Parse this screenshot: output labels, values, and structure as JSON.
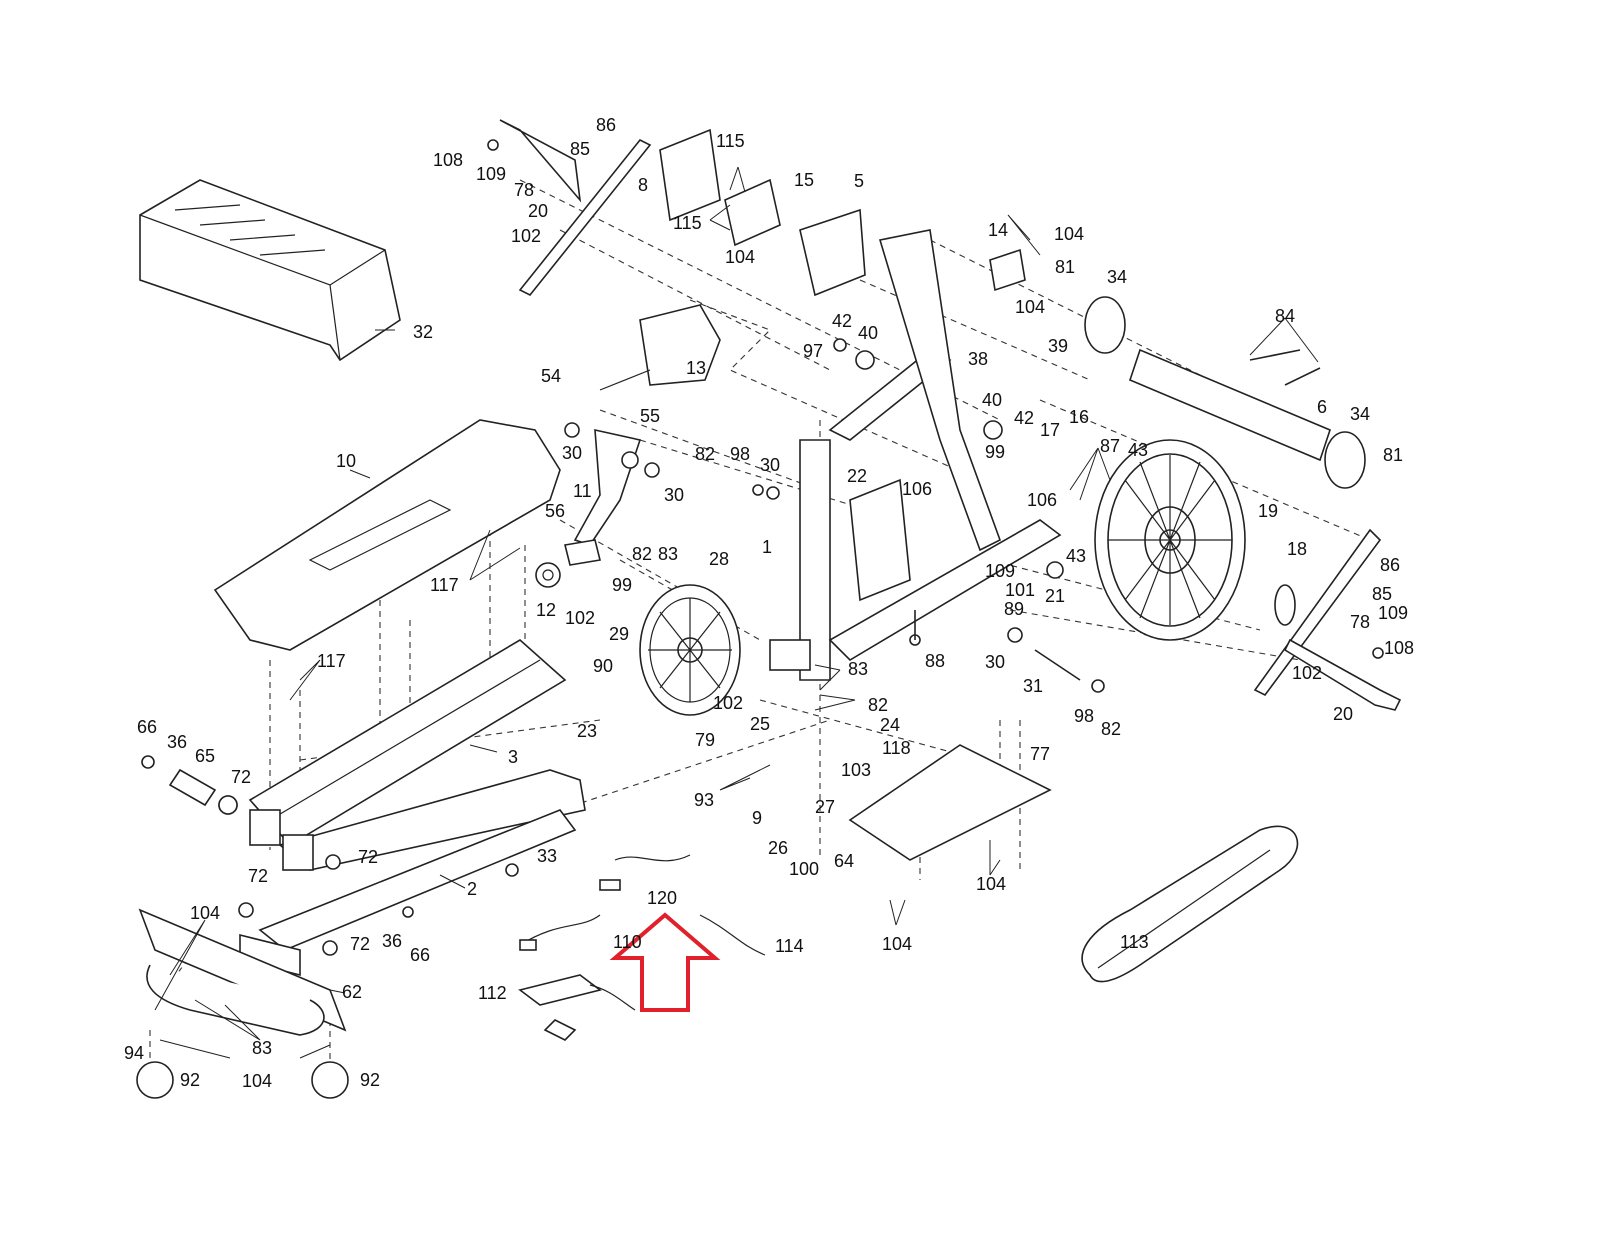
{
  "labels": {
    "p1": "1",
    "p2": "2",
    "p3": "3",
    "p5": "5",
    "p6": "6",
    "p8": "8",
    "p9": "9",
    "p10": "10",
    "p11": "11",
    "p12": "12",
    "p13": "13",
    "p14": "14",
    "p15": "15",
    "p16": "16",
    "p17": "17",
    "p18": "18",
    "p19": "19",
    "p20a": "20",
    "p20b": "20",
    "p21": "21",
    "p22": "22",
    "p23": "23",
    "p24": "24",
    "p25": "25",
    "p26": "26",
    "p27": "27",
    "p28": "28",
    "p29": "29",
    "p30a": "30",
    "p30b": "30",
    "p30c": "30",
    "p30d": "30",
    "p31": "31",
    "p32": "32",
    "p33": "33",
    "p34a": "34",
    "p34b": "34",
    "p36a": "36",
    "p36b": "36",
    "p38": "38",
    "p39": "39",
    "p40a": "40",
    "p40b": "40",
    "p42a": "42",
    "p42b": "42",
    "p43a": "43",
    "p43b": "43",
    "p54": "54",
    "p55": "55",
    "p56": "56",
    "p62": "62",
    "p64": "64",
    "p65": "65",
    "p66a": "66",
    "p66b": "66",
    "p72a": "72",
    "p72b": "72",
    "p72c": "72",
    "p72d": "72",
    "p77": "77",
    "p78a": "78",
    "p78b": "78",
    "p79": "79",
    "p81a": "81",
    "p81b": "81",
    "p82a": "82",
    "p82b": "82",
    "p82c": "82",
    "p82d": "82",
    "p83a": "83",
    "p83b": "83",
    "p83c": "83",
    "p84": "84",
    "p85a": "85",
    "p85b": "85",
    "p86a": "86",
    "p86b": "86",
    "p87": "87",
    "p88": "88",
    "p89": "89",
    "p90": "90",
    "p92a": "92",
    "p92b": "92",
    "p93": "93",
    "p94": "94",
    "p97": "97",
    "p98a": "98",
    "p98b": "98",
    "p99a": "99",
    "p99b": "99",
    "p100": "100",
    "p101": "101",
    "p102a": "102",
    "p102b": "102",
    "p102c": "102",
    "p102d": "102",
    "p103": "103",
    "p104a": "104",
    "p104b": "104",
    "p104c": "104",
    "p104d": "104",
    "p104e": "104",
    "p104f": "104",
    "p104g": "104",
    "p106a": "106",
    "p106b": "106",
    "p108a": "108",
    "p108b": "108",
    "p109a": "109",
    "p109b": "109",
    "p109c": "109",
    "p110": "110",
    "p112": "112",
    "p113": "113",
    "p114": "114",
    "p115a": "115",
    "p115b": "115",
    "p117a": "117",
    "p117b": "117",
    "p118": "118",
    "p120": "120"
  },
  "highlight": {
    "arrow_color": "#e0202a",
    "target_part": "120"
  }
}
